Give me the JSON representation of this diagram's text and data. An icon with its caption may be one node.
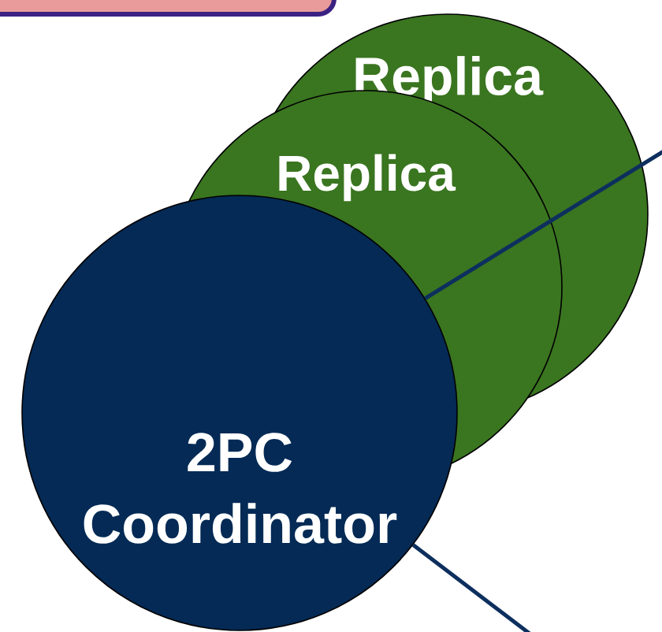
{
  "diagram": {
    "nodes": [
      {
        "text": [],
        "shape": "box"
      },
      {
        "text": [
          "Replica"
        ]
      },
      {
        "text": [
          "Replica"
        ]
      },
      {
        "text": [
          "2PC Coordinator"
        ]
      }
    ],
    "edges": [
      {
        "from": null,
        "to": 3,
        "arrow": "none"
      },
      {
        "from": 3,
        "to": null,
        "arrow": "none"
      }
    ]
  }
}
